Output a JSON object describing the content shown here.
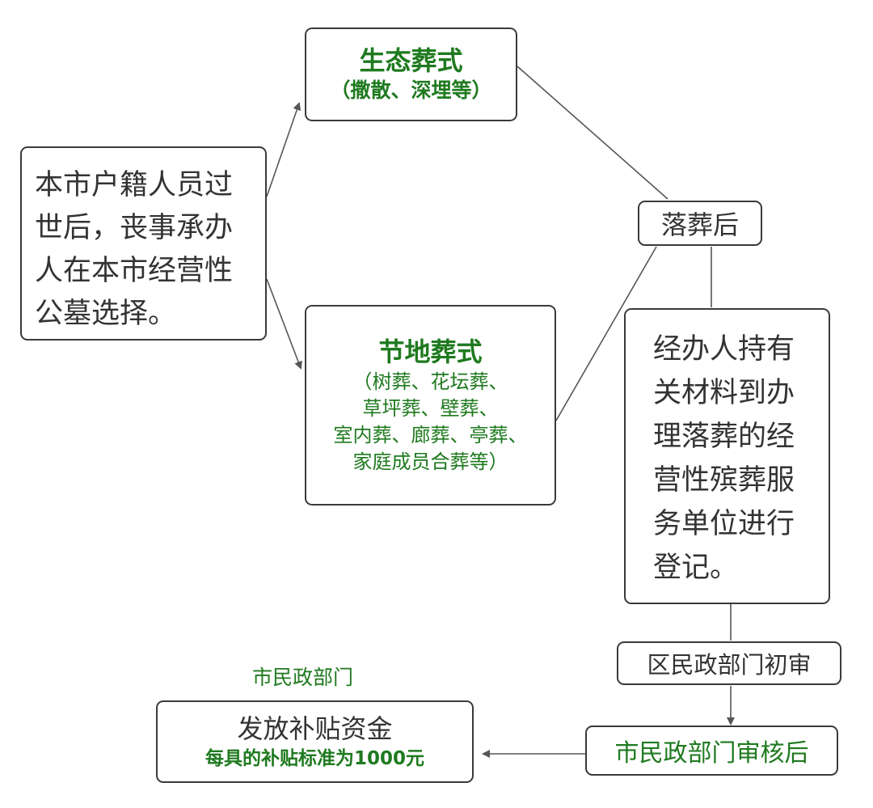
{
  "start": {
    "lines": [
      "本市户籍人员过",
      "世后，丧事承办",
      "人在本市经营性",
      "公墓选择。"
    ]
  },
  "eco": {
    "title": "生态葬式",
    "subtitle": "（撒散、深埋等）"
  },
  "land": {
    "title": "节地葬式",
    "lines": [
      "（树葬、花坛葬、",
      "草坪葬、壁葬、",
      "室内葬、廊葬、亭葬、",
      "家庭成员合葬等）"
    ]
  },
  "after_burial": {
    "label": "落葬后"
  },
  "register": {
    "lines": [
      "经办人持有",
      "关材料到办",
      "理落葬的经",
      "营性殡葬服",
      "务单位进行",
      "登记。"
    ]
  },
  "district": {
    "label": "区民政部门初审"
  },
  "city_review": {
    "label": "市民政部门审核后"
  },
  "city_dept": {
    "label": "市民政部门"
  },
  "subsidy": {
    "title": "发放补贴资金",
    "note": "每具的补贴标准为1000元"
  },
  "colors": {
    "border": "#3a3a3a",
    "text_dark": "#333333",
    "text_green": "#1f7a1f",
    "line": "#555555"
  }
}
